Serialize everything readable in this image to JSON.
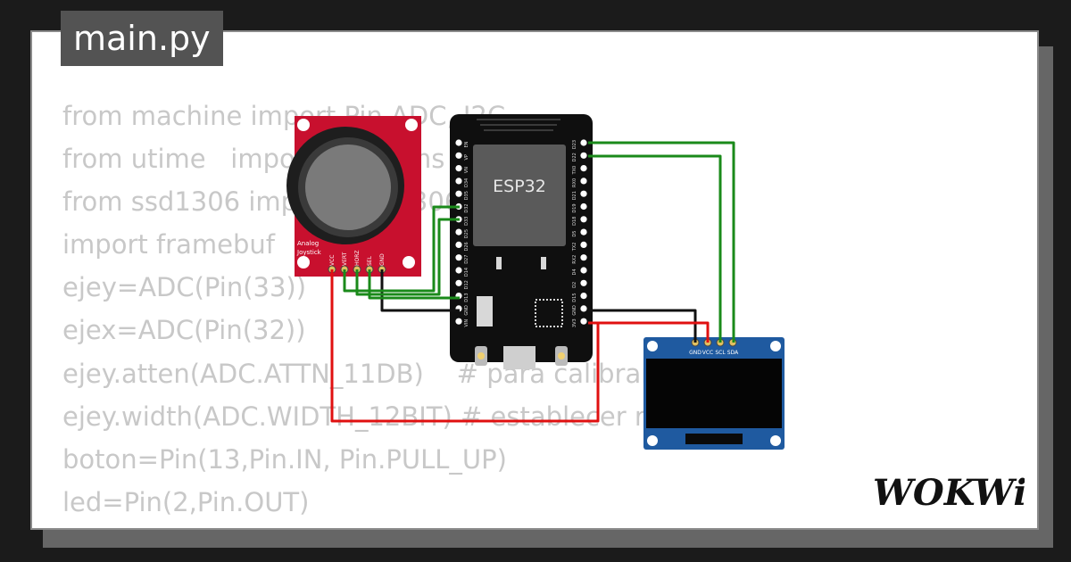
{
  "file_tab": {
    "label": "main.py"
  },
  "code_lines": [
    "from machine import Pin,ADC, I2C",
    "from utime   import sleep_ms",
    "from ssd1306 import SSD1306_I2C",
    "import framebuf",
    "ejey=ADC(Pin(33))",
    "ejex=ADC(Pin(32))",
    "ejey.atten(ADC.ATTN_11DB)    # para calibrar el 3.3v",
    "ejey.width(ADC.WIDTH_12BIT) # establecer resolucion",
    "boton=Pin(13,Pin.IN, Pin.PULL_UP)",
    "led=Pin(2,Pin.OUT)"
  ],
  "joystick": {
    "label_line1": "Analog",
    "label_line2": "Joystick",
    "pins": [
      "VCC",
      "VERT",
      "HORZ",
      "SEL",
      "GND"
    ]
  },
  "esp32": {
    "label": "ESP32",
    "pins_left": [
      "EN",
      "VP",
      "VN",
      "D34",
      "D35",
      "D32",
      "D33",
      "D25",
      "D26",
      "D27",
      "D14",
      "D12",
      "D13",
      "GND",
      "VIN"
    ],
    "pins_right": [
      "D23",
      "D22",
      "TX0",
      "RX0",
      "D21",
      "D19",
      "D18",
      "D5",
      "TX2",
      "RX2",
      "D4",
      "D2",
      "D15",
      "GND",
      "3V3"
    ]
  },
  "oled": {
    "pins": [
      "GND",
      "VCC",
      "SCL",
      "SDA"
    ]
  },
  "logo": {
    "text": "WOKWi"
  },
  "colors": {
    "background": "#1b1b1b",
    "card": "#ffffff",
    "code_text": "#c8c8c8",
    "wire_green": "#1a8a1a",
    "wire_red": "#e01010",
    "wire_black": "#111111",
    "joystick_board": "#c8102e",
    "oled_board": "#1f5aa0"
  }
}
